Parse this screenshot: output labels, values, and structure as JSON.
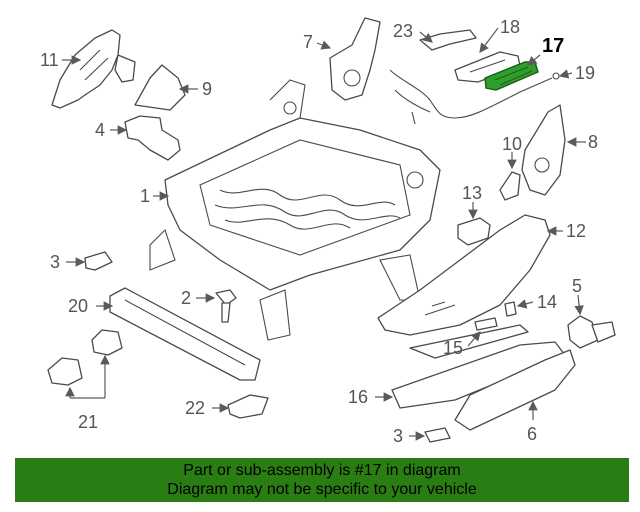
{
  "diagram": {
    "callouts": {
      "c1": "1",
      "c2": "2",
      "c3a": "3",
      "c3b": "3",
      "c4": "4",
      "c5": "5",
      "c6": "6",
      "c7": "7",
      "c8": "8",
      "c9": "9",
      "c10": "10",
      "c11": "11",
      "c12": "12",
      "c13": "13",
      "c14": "14",
      "c15": "15",
      "c16": "16",
      "c17": "17",
      "c18": "18",
      "c19": "19",
      "c20": "20",
      "c21": "21",
      "c22": "22",
      "c23": "23"
    },
    "highlighted_part": "17",
    "highlight_color": "#2f9e2a"
  },
  "banner": {
    "line1": "Part or sub-assembly is #17 in diagram",
    "line2": "Diagram may not be specific to your vehicle",
    "background": "#2a7d12"
  }
}
